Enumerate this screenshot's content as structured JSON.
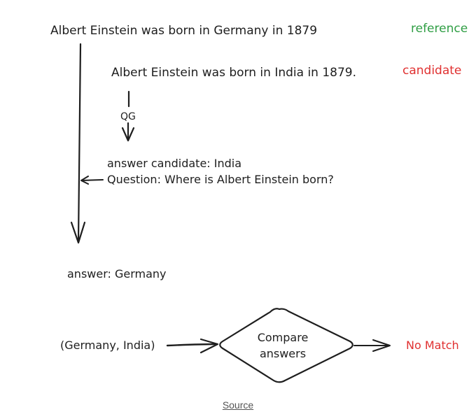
{
  "reference_sentence": "Albert Einstein was born in Germany in 1879",
  "reference_label": "reference",
  "candidate_sentence": "Albert Einstein was born in India in 1879.",
  "candidate_label": "candidate",
  "qg_label": "QG",
  "answer_candidate": "answer candidate: India",
  "question": "Question: Where is Albert Einstein born?",
  "answer": "answer: Germany",
  "answer_pair": "(Germany, India)",
  "compare_line1": "Compare",
  "compare_line2": "answers",
  "result": "No Match",
  "source_link": "Source",
  "colors": {
    "ink": "#1e1e1e",
    "reference": "#2f9e44",
    "candidate": "#e03131"
  }
}
